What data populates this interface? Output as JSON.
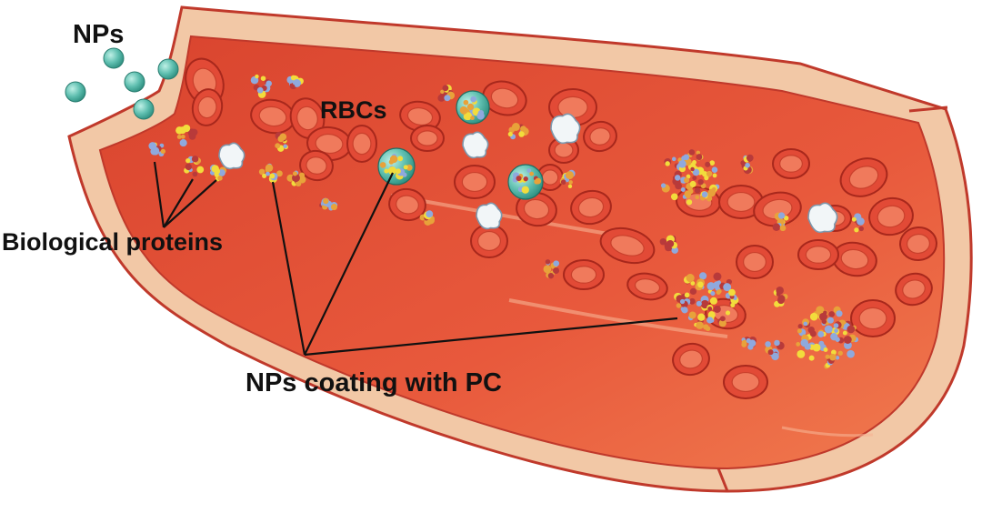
{
  "labels": {
    "nps": "NPs",
    "rbcs": "RBCs",
    "proteins": "Biological proteins",
    "coating": "NPs coating with PC"
  },
  "colors": {
    "outer_wall": "#f2c8a6",
    "wall_line": "#c0392b",
    "lumen": "#e8533a",
    "rbc_fill": "#e24a36",
    "rbc_center": "#f07a5c",
    "nanoparticle": "#5fbfb0",
    "protein_yellow": "#f2dc3c",
    "protein_blue": "#8fa9dd",
    "protein_red": "#b83a3a",
    "protein_orange": "#e8a23a",
    "cell_white": "#f2f6f8"
  },
  "icons": {
    "nanoparticle": "teal-sphere-icon",
    "rbc": "red-blood-cell-icon",
    "protein_cluster": "protein-cluster-icon",
    "coated_np": "protein-corona-particle-icon",
    "white_cell": "white-cell-icon"
  }
}
